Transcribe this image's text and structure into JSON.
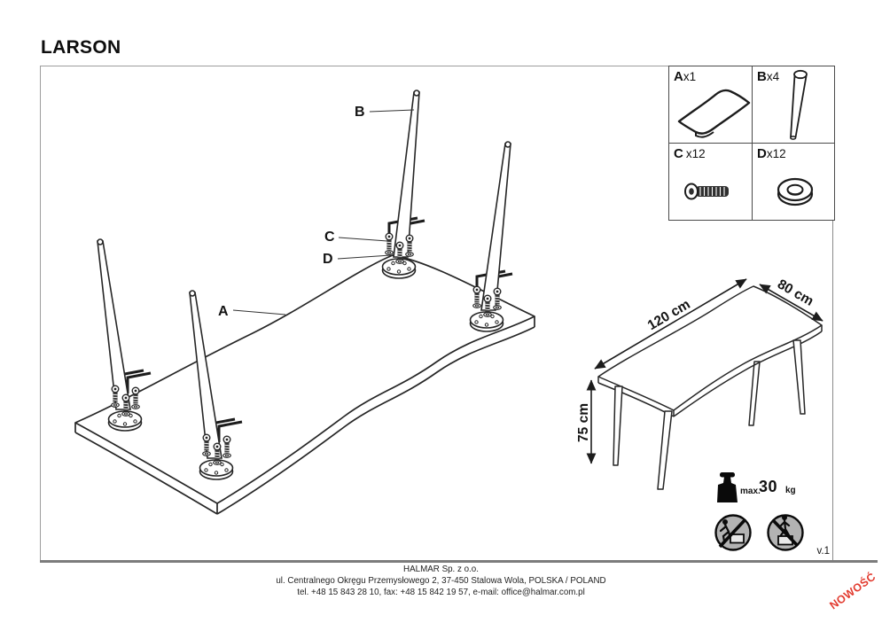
{
  "title": "LARSON",
  "version_label": "v.1",
  "badge": "NOWOŚĆ",
  "parts_list": {
    "items": [
      {
        "letter": "A",
        "count": "x1",
        "part": "tabletop"
      },
      {
        "letter": "B",
        "count": "x4",
        "part": "leg"
      },
      {
        "letter": "C",
        "count": "x12",
        "part": "screw"
      },
      {
        "letter": "D",
        "count": "x12",
        "part": "washer"
      }
    ]
  },
  "assembly_labels": {
    "tabletop": "A",
    "leg": "B",
    "screw": "C",
    "washer": "D"
  },
  "dimensions": {
    "length": "120 cm",
    "depth": "80 cm",
    "height": "75 cm"
  },
  "max_load": {
    "label": "max.",
    "value": "30",
    "unit": "kg"
  },
  "footer": {
    "company": "HALMAR Sp. z o.o.",
    "address": "ul. Centralnego Okręgu Przemysłowego 2, 37-450 Stalowa Wola, POLSKA / POLAND",
    "contact": "tel. +48 15 843 28 10, fax: +48 15 842 19 57, e-mail: office@halmar.com.pl"
  },
  "colors": {
    "badge_red": "#e23a2e",
    "line": "#262626",
    "sign_gray": "#b3b3b3"
  }
}
